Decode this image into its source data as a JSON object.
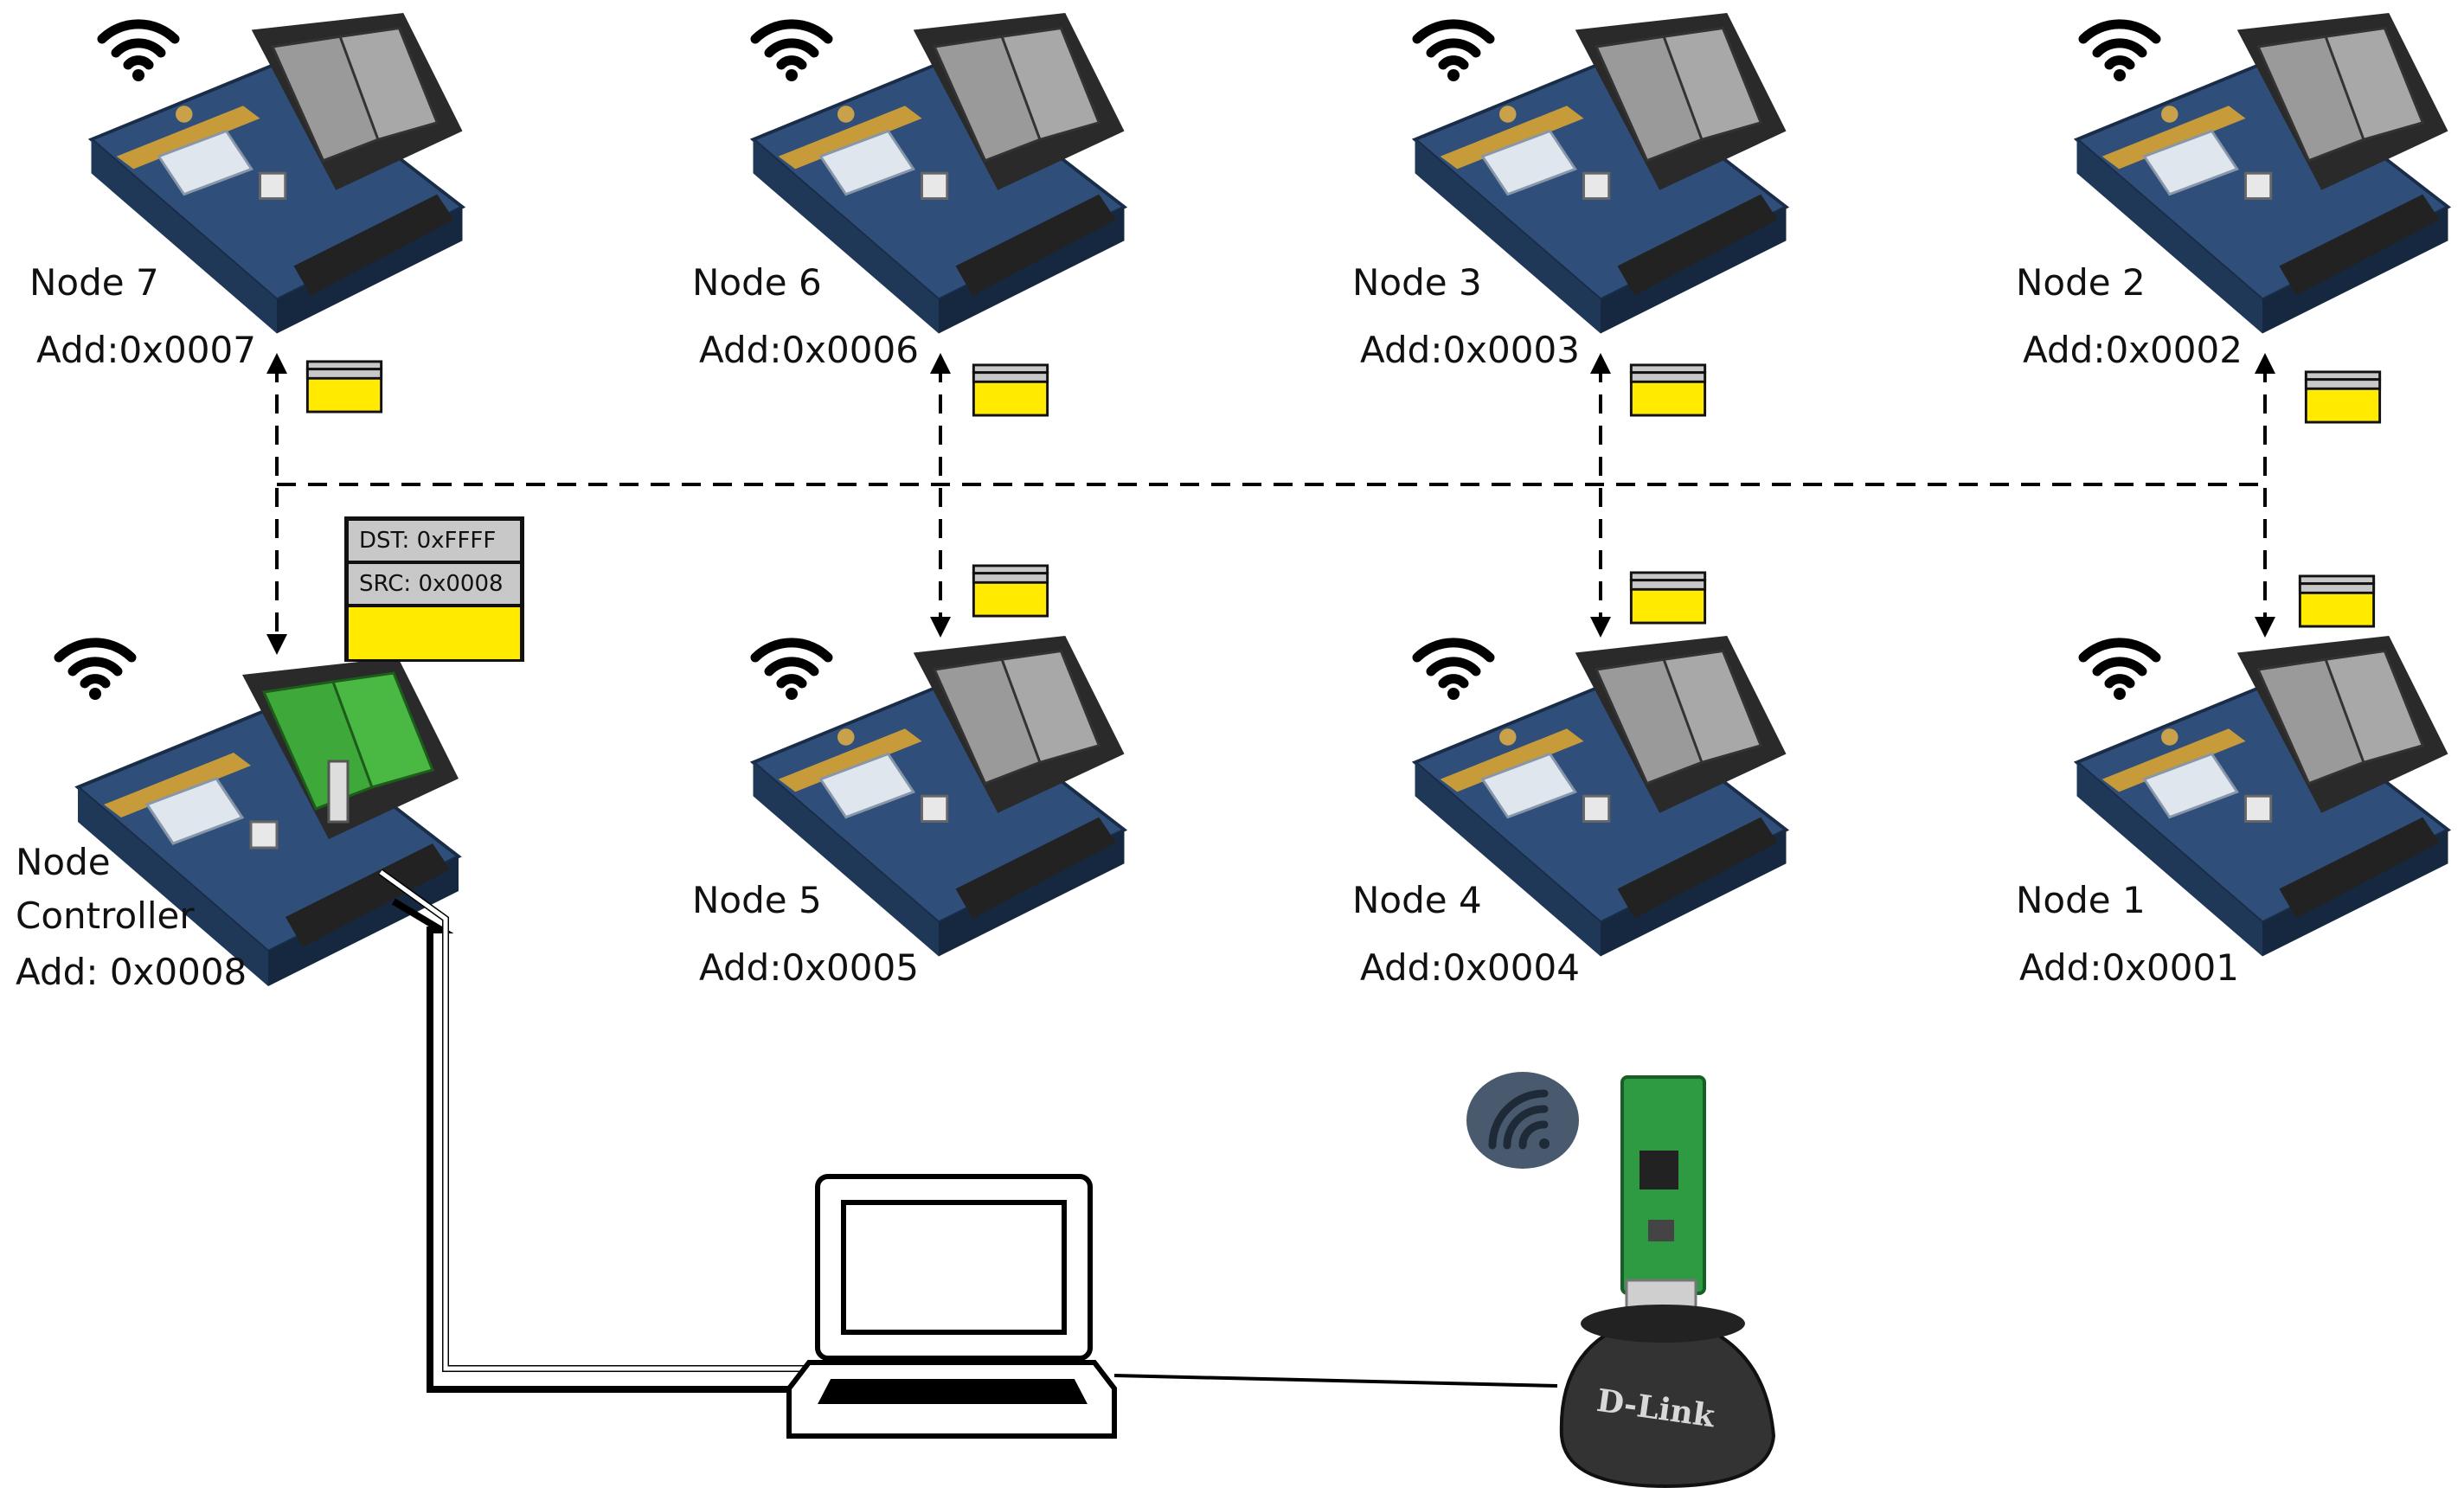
{
  "nodes": {
    "n7": {
      "name": "Node 7",
      "addr": "Add:0x0007"
    },
    "n6": {
      "name": "Node 6",
      "addr": "Add:0x0006"
    },
    "n3": {
      "name": "Node 3",
      "addr": "Add:0x0003"
    },
    "n2": {
      "name": "Node 2",
      "addr": "Add:0x0002"
    },
    "n5": {
      "name": "Node 5",
      "addr": "Add:0x0005"
    },
    "n4": {
      "name": "Node 4",
      "addr": "Add:0x0004"
    },
    "n1": {
      "name": "Node 1",
      "addr": "Add:0x0001"
    },
    "controller": {
      "name_line1": "Node",
      "name_line2": "Controller",
      "addr": "Add: 0x0008"
    }
  },
  "packet": {
    "dst": "DST: 0xFFFF",
    "src": "SRC: 0x0008"
  },
  "sniffer": {
    "brand": "D-Link"
  },
  "colors": {
    "payload": "#ffea00",
    "header": "#c8c8c8",
    "board": "#2f4f7a",
    "battery": "#2a2a2a",
    "controller_battery": "#3fa83a",
    "wifi_badge": "#4a5a6e"
  }
}
